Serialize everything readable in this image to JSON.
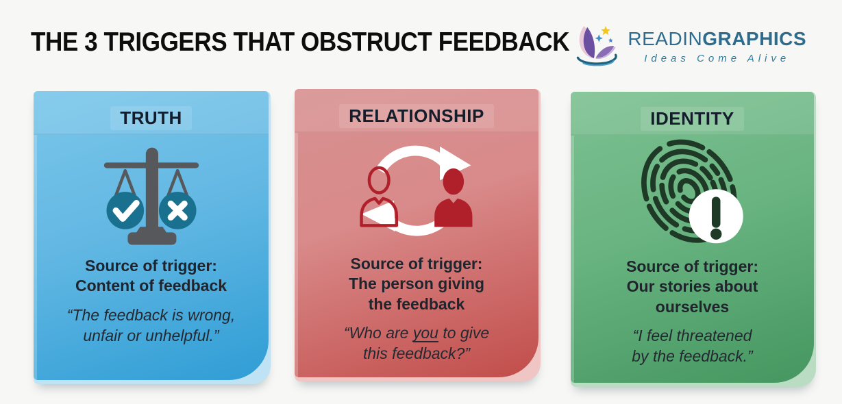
{
  "page": {
    "title": "THE 3 TRIGGERS THAT OBSTRUCT FEEDBACK",
    "background_color": "#f7f7f5"
  },
  "logo": {
    "brand_light": "READIN",
    "brand_bold": "GRAPHICS",
    "tagline": "Ideas Come Alive",
    "brand_color": "#2e6b8c",
    "icon_colors": {
      "wing_purple": "#6b4fa0",
      "wing_light": "#8a6cb4",
      "edge_pink": "#e9c9d8",
      "star_yellow": "#f5c518",
      "sparkle_blue": "#3f8fc4",
      "swoosh_teal": "#1f5f80"
    }
  },
  "cards": [
    {
      "title": "TRUTH",
      "icon": "balance-scale-icon",
      "source_line1": "Source of trigger:",
      "source_line2": "Content of feedback",
      "quote_line1": "“The feedback is wrong,",
      "quote_line2": "unfair or unhelpful.”",
      "colors": {
        "card_top": "#7ac6ea",
        "card_bottom": "#2f9dd5",
        "curl": "#bfe3f4",
        "badge_teal": "#19708f",
        "scale_gray": "#57585c"
      }
    },
    {
      "title": "RELATIONSHIP",
      "icon": "people-exchange-icon",
      "source_line1": "Source of trigger:",
      "source_line2": "The person giving",
      "source_line3": "the feedback",
      "quote_pre": "“Who are ",
      "quote_underlined": "you",
      "quote_post": " to give",
      "quote_line2": "this feedback?”",
      "colors": {
        "card_top": "#d79090",
        "card_bottom": "#c14d4a",
        "curl": "#efc6c4",
        "figure_red": "#b0202a",
        "arrows": "#ffffff"
      }
    },
    {
      "title": "IDENTITY",
      "icon": "fingerprint-alert-icon",
      "source_line1": "Source of trigger:",
      "source_line2": "Our stories about",
      "source_line3": "ourselves",
      "quote_line1": "“I feel threatened",
      "quote_line2": "by the feedback.”",
      "colors": {
        "card_top": "#7cc091",
        "card_bottom": "#459660",
        "curl": "#b9dcc3",
        "print_green": "#1e3a26"
      }
    }
  ]
}
